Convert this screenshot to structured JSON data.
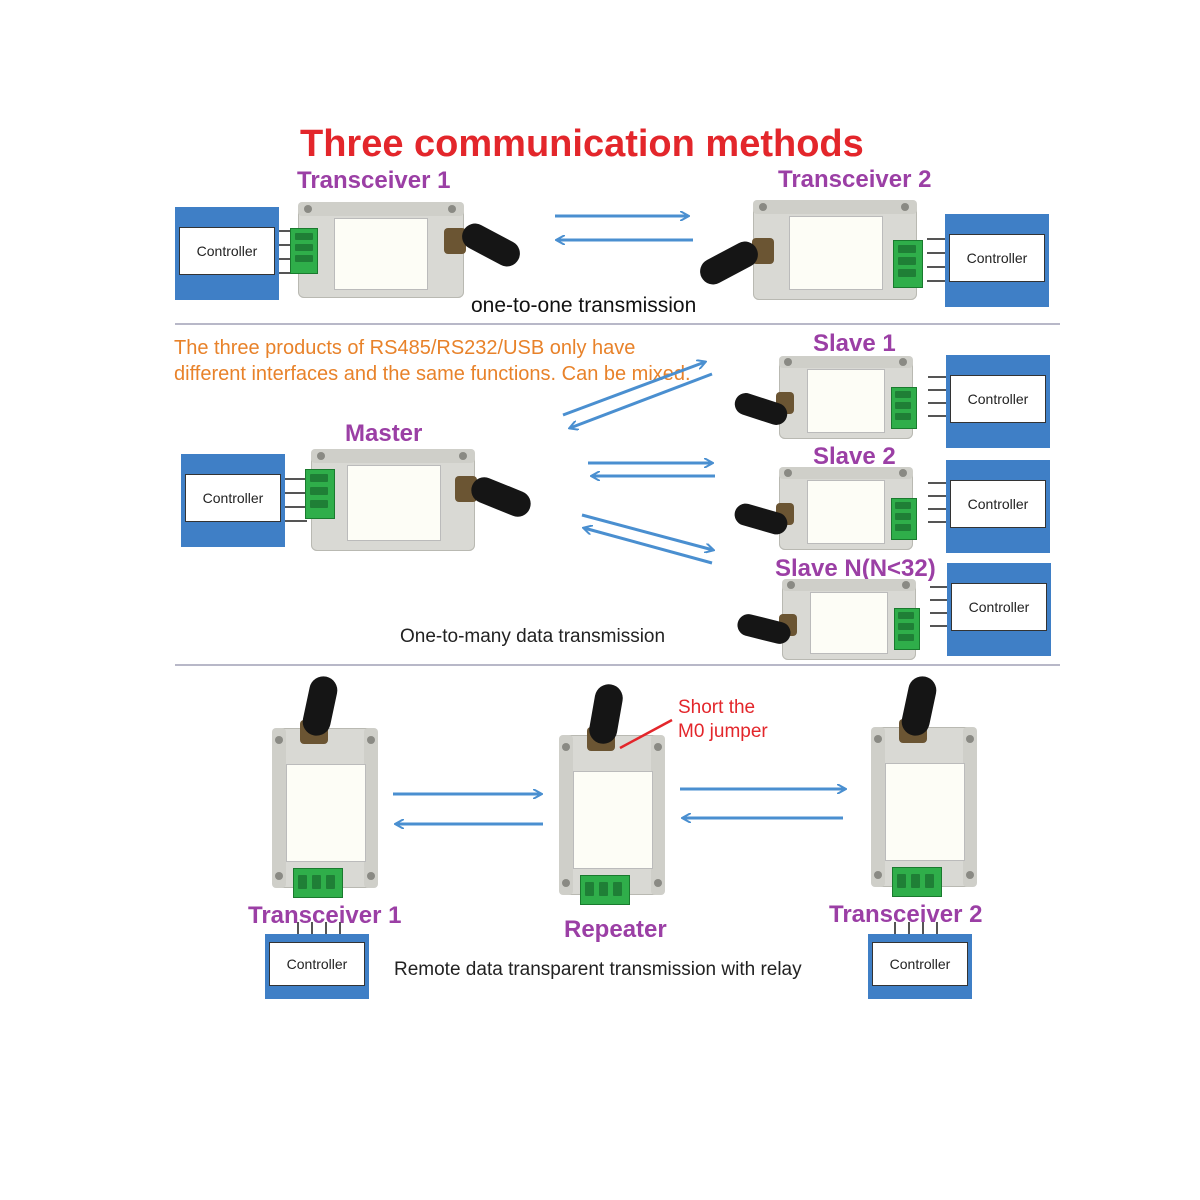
{
  "title": "Three communication methods",
  "section1": {
    "left_label": "Transceiver 1",
    "right_label": "Transceiver 2",
    "caption": "one-to-one transmission"
  },
  "section2": {
    "note": "The three products of RS485/RS232/USB only have different interfaces and the same functions. Can be mixed.",
    "master_label": "Master",
    "slave_labels": [
      "Slave 1",
      "Slave 2",
      "Slave N(N<32)"
    ],
    "caption": "One-to-many data transmission"
  },
  "section3": {
    "left_label": "Transceiver 1",
    "middle_label": "Repeater",
    "right_label": "Transceiver 2",
    "jumper_note": "Short the\nM0 jumper",
    "caption": "Remote data transparent transmission with relay"
  },
  "controller_label": "Controller",
  "colors": {
    "title": "#e3262b",
    "label": "#9b3fa5",
    "note": "#e8822a",
    "arrow": "#4a8fd0",
    "controller": "#3f7fc6",
    "terminal": "#2fae4a"
  }
}
